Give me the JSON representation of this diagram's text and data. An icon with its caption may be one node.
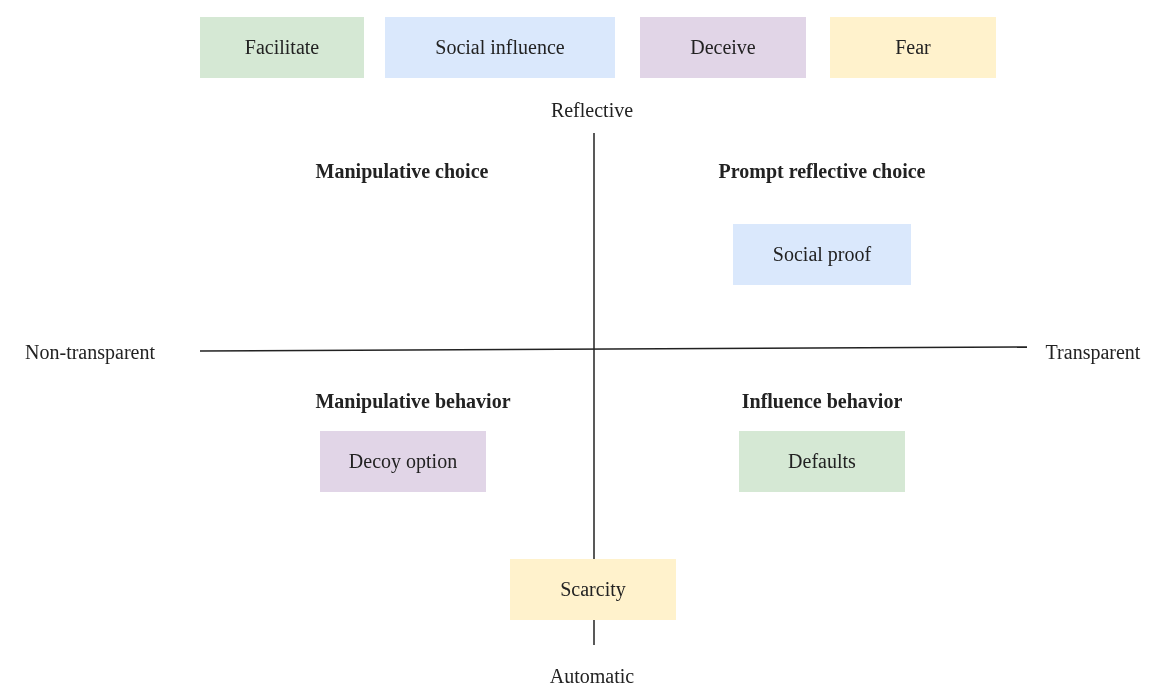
{
  "diagram": {
    "nodes": [
      {
        "text": [
          "Social proof"
        ]
      },
      {
        "text": [
          "Decoy option"
        ]
      },
      {
        "text": [
          "Defaults"
        ]
      },
      {
        "text": [
          "Scarcity"
        ]
      }
    ],
    "edges": [],
    "labels": [
      "Reflective",
      "Manipulative choice",
      "Prompt reflective choice",
      "Non-transparent",
      "Transparent",
      "Manipulative behavior",
      "Influence behavior",
      "Automatic"
    ],
    "legend": [
      {
        "text": "Facilitate",
        "color": "#d5e8d4"
      },
      {
        "text": "Social influence",
        "color": "#dae8fc"
      },
      {
        "text": "Deceive",
        "color": "#e1d5e7"
      },
      {
        "text": "Fear",
        "color": "#fff2cc"
      }
    ]
  }
}
